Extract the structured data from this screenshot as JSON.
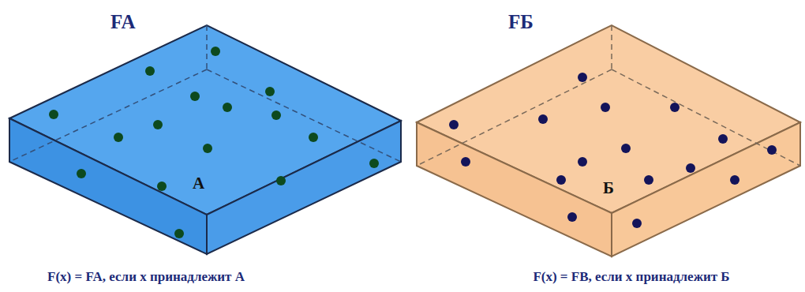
{
  "diagram": {
    "nodes": [
      {
        "text": [
          "FA",
          "А"
        ]
      },
      {
        "text": [
          "FБ",
          "Б"
        ]
      }
    ],
    "labels": [
      "F(x) = FA, если x принадлежит А",
      "F(x) = FB, если x принадлежит Б"
    ]
  }
}
